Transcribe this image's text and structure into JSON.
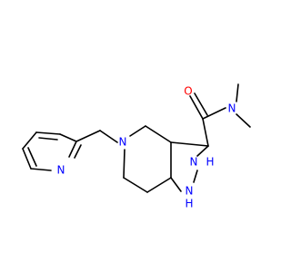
{
  "colors": {
    "bond": "#000000",
    "nitrogen": "#0000ff",
    "oxygen": "#ff0000",
    "background": "#ffffff"
  },
  "atoms": {
    "oxygen": "O",
    "amide_nitrogen": "N",
    "piperidine_nitrogen": "N",
    "pyridine_nitrogen": "N",
    "pyrazolidine_nh_upper": "N",
    "pyrazolidine_nh_upper_h": "H",
    "pyrazolidine_nh_lower": "N",
    "pyrazolidine_nh_lower_h": "H"
  }
}
